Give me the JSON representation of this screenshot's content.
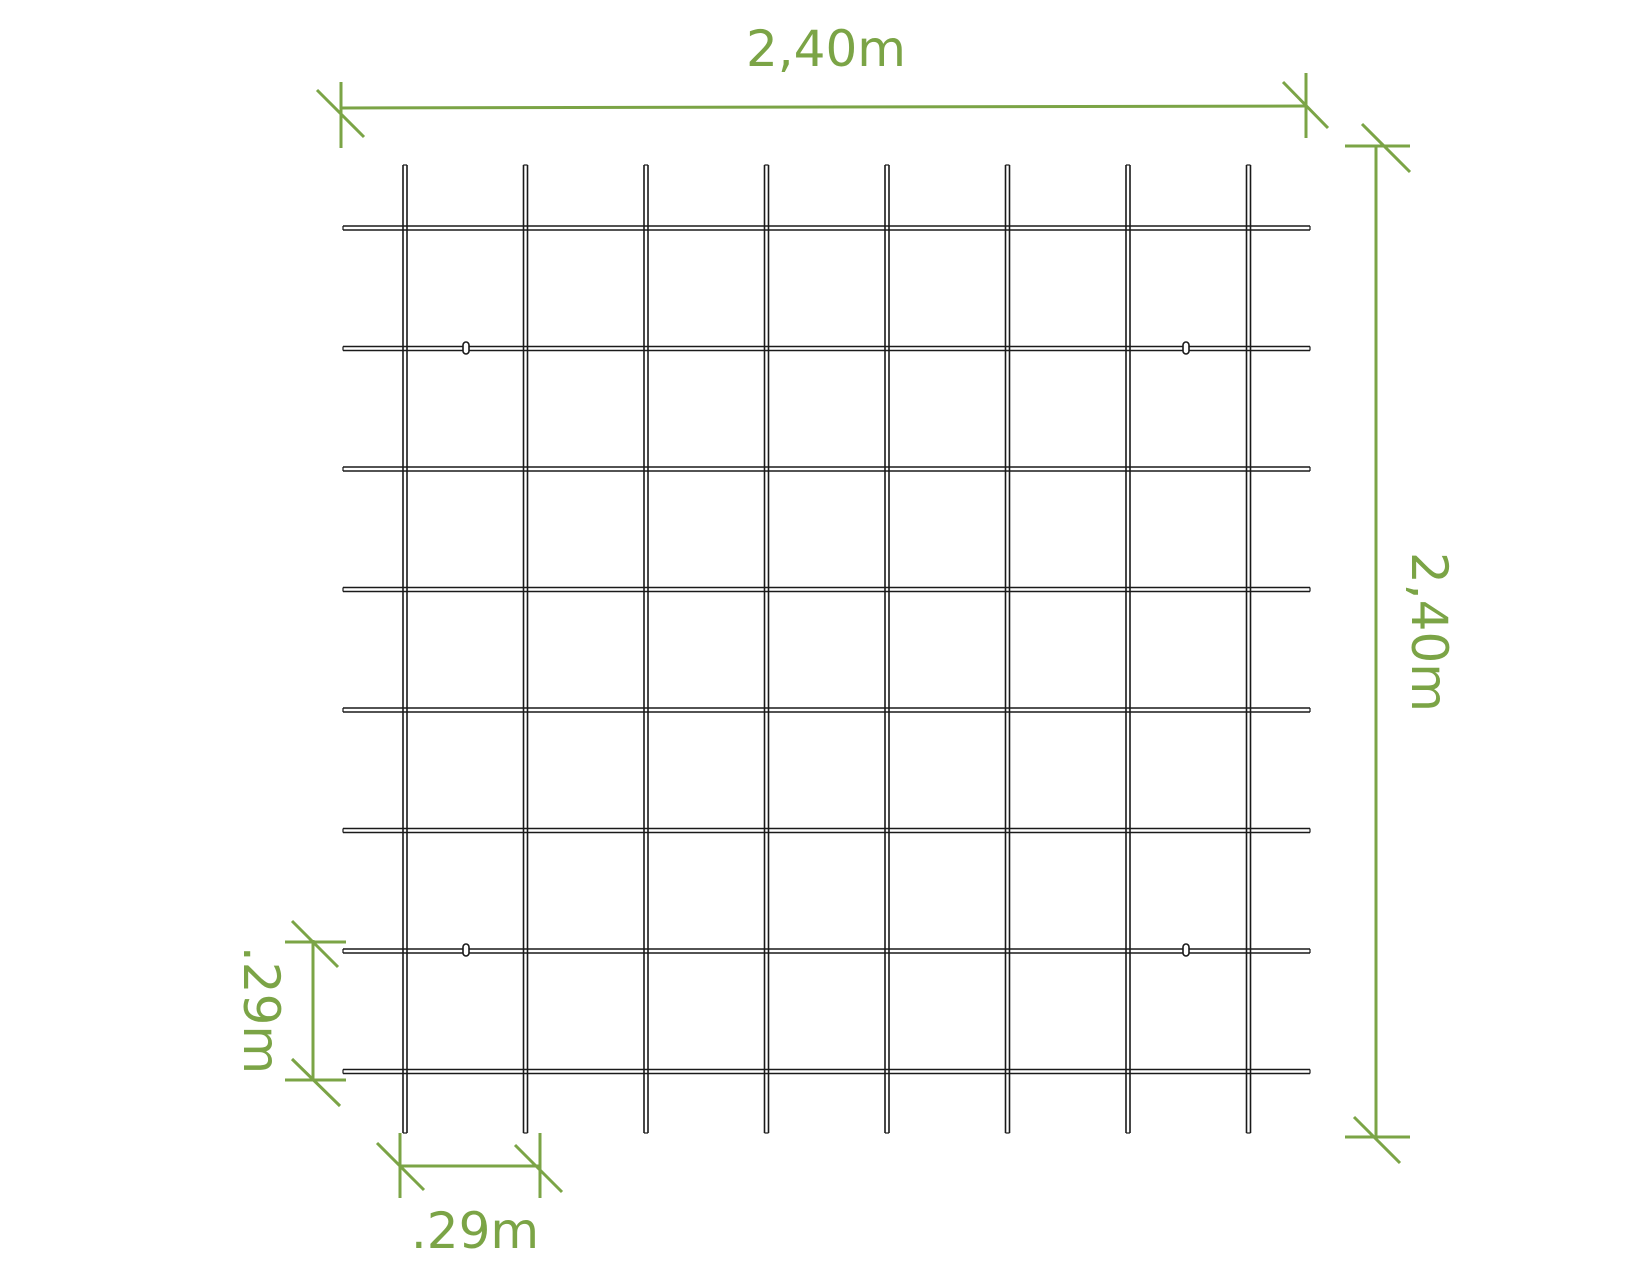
{
  "diagram": {
    "grid": {
      "columns": 8,
      "rows": 8,
      "clips": 4
    },
    "dimensions": {
      "total_width": "2,40m",
      "total_height": "2,40m",
      "cell_width": ".29m",
      "cell_height": ".29m"
    },
    "colors": {
      "dimension": "#7ba446",
      "wire": "#1a1a1a"
    }
  }
}
